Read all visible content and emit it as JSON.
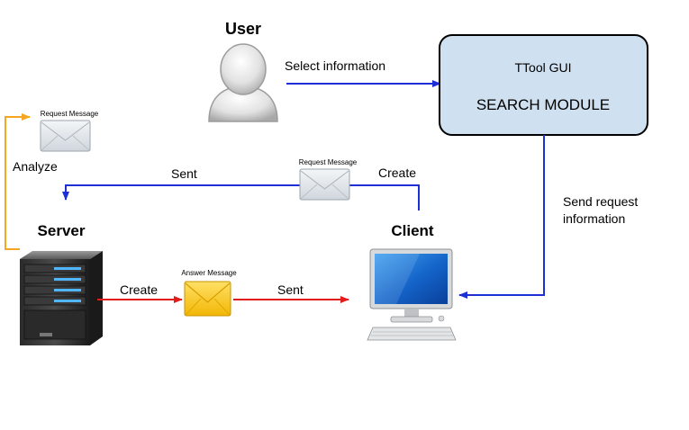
{
  "actors": {
    "user": "User",
    "server": "Server",
    "client": "Client"
  },
  "gui_box": {
    "line1": "TTool GUI",
    "line2": "SEARCH MODULE",
    "fill": "#cfe0f1"
  },
  "arrows": {
    "select_information": "Select information",
    "send_request_line1": "Send request",
    "send_request_line2": "information",
    "client_create": "Create",
    "sent_to_server": "Sent",
    "analyze": "Analyze",
    "server_create": "Create",
    "sent_to_client": "Sent"
  },
  "messages": {
    "request_top_left": "Request Message",
    "request_middle": "Request Message",
    "answer": "Answer Message"
  },
  "colors": {
    "blue_arrow": "#1f2fd6",
    "red_arrow": "#e31b1b",
    "orange_arrow": "#f5a623",
    "envelope_gray": "#e3e8ec",
    "envelope_yellow": "#f5c518"
  },
  "icons": {
    "user": "user-silhouette-icon",
    "server": "server-tower-icon",
    "client": "desktop-computer-icon",
    "request_envelope": "gray-envelope-icon",
    "answer_envelope": "yellow-envelope-icon"
  }
}
